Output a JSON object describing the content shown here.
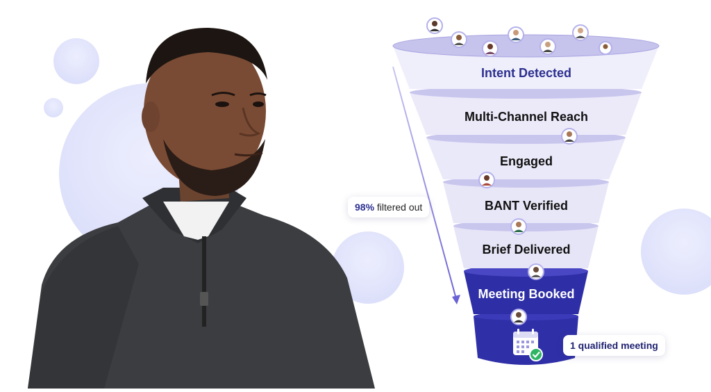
{
  "funnel": {
    "stages": [
      {
        "label": "Intent Detected"
      },
      {
        "label": "Multi-Channel Reach"
      },
      {
        "label": "Engaged"
      },
      {
        "label": "BANT Verified"
      },
      {
        "label": "Brief Delivered"
      },
      {
        "label": "Meeting Booked"
      }
    ]
  },
  "annotations": {
    "filtered_pct": "98%",
    "filtered_text": "filtered out",
    "qualified": "1 qualified meeting"
  },
  "colors": {
    "accent": "#2c2f8f",
    "funnel_light": "#ecebf8",
    "funnel_rim": "#c9c6ee",
    "funnel_dark": "#2e2ea6",
    "bubble": "#e3e4fb"
  },
  "icons": [
    "person-photo",
    "avatar-icon",
    "calendar-check-icon",
    "arrow-down-icon"
  ]
}
